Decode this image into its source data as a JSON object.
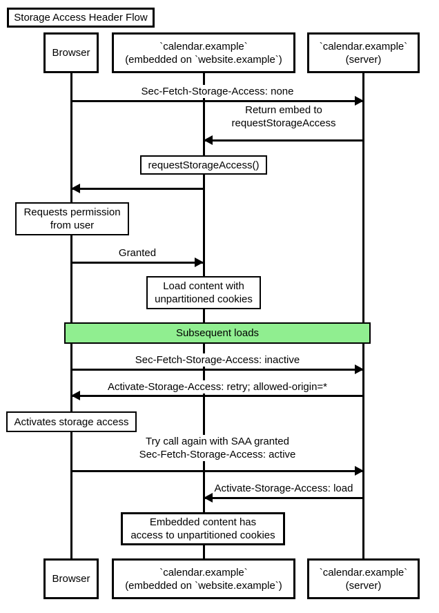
{
  "diagram": {
    "title": "Storage Access Header Flow",
    "type": "sequence-diagram",
    "colors": {
      "band_fill": "#90ee90",
      "line": "#000000",
      "background": "#ffffff"
    },
    "actors": {
      "browser": {
        "label": "Browser"
      },
      "embedded": {
        "line1": "`calendar.example`",
        "line2": "(embedded on `website.example`)"
      },
      "server": {
        "line1": "`calendar.example`",
        "line2": "(server)"
      }
    },
    "band": {
      "label": "Subsequent loads"
    },
    "messages": {
      "m1": {
        "from": "browser",
        "to": "server",
        "label": "Sec-Fetch-Storage-Access: none"
      },
      "m2": {
        "from": "server",
        "to": "embedded",
        "line1": "Return embed to",
        "line2": "requestStorageAccess"
      },
      "m3": {
        "from": "embedded",
        "to": "browser"
      },
      "m4": {
        "from": "browser",
        "to": "embedded",
        "label": "Granted"
      },
      "m5": {
        "from": "browser",
        "to": "server",
        "label": "Sec-Fetch-Storage-Access: inactive"
      },
      "m6": {
        "from": "server",
        "to": "browser",
        "label": "Activate-Storage-Access: retry; allowed-origin=*"
      },
      "m7": {
        "from": "browser",
        "to": "server",
        "line1": "Try call again with SAA granted",
        "line2": "Sec-Fetch-Storage-Access: active"
      },
      "m8": {
        "from": "server",
        "to": "embedded",
        "label": "Activate-Storage-Access: load"
      }
    },
    "notes": {
      "request_storage_access": {
        "over": "embedded",
        "label": "requestStorageAccess()"
      },
      "requests_permission": {
        "over": "browser",
        "line1": "Requests permission",
        "line2": "from user"
      },
      "load_content": {
        "over": "embedded",
        "line1": "Load content with",
        "line2": "unpartitioned cookies"
      },
      "activates_storage": {
        "over": "browser",
        "label": "Activates storage access"
      },
      "embedded_access": {
        "over": "embedded",
        "line1": "Embedded content has",
        "line2": "access to unpartitioned cookies"
      }
    }
  }
}
